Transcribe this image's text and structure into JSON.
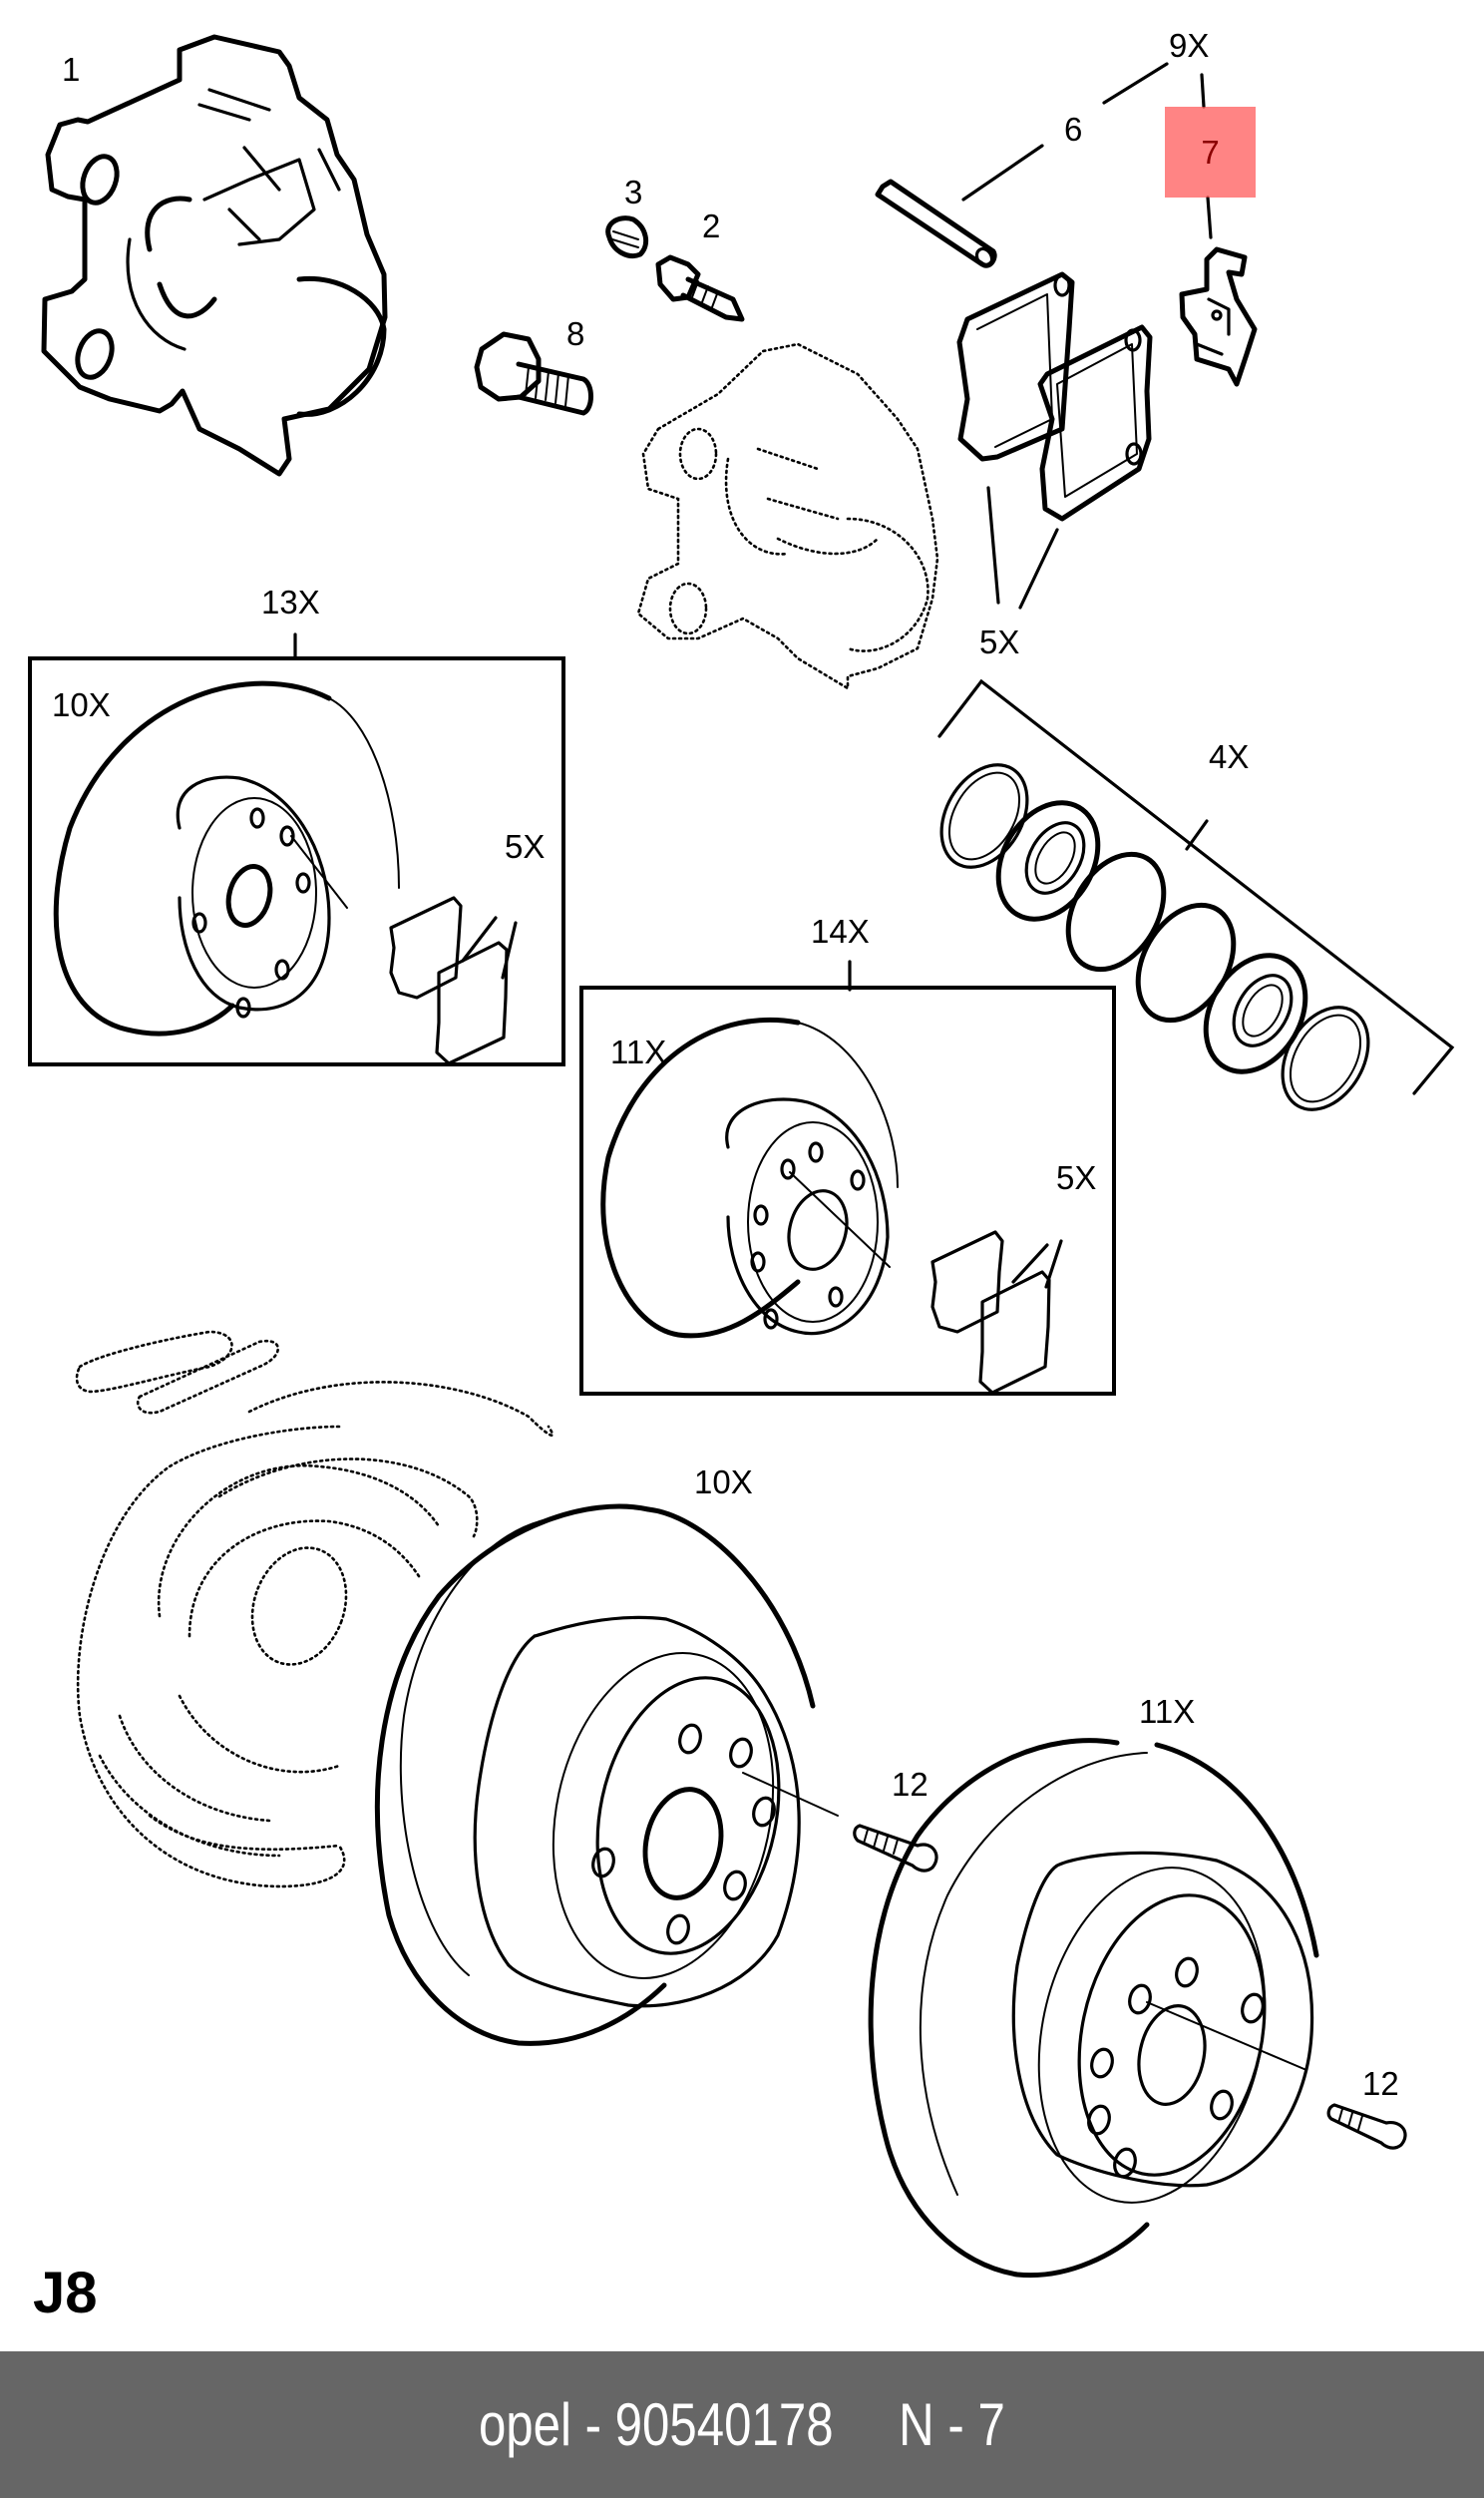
{
  "diagram": {
    "page_code": "J8",
    "callouts": {
      "caliper": "1",
      "bleed_screw": "2",
      "bleed_cap": "3",
      "seal_kit": "4X",
      "pads_top": "5X",
      "pads_kit13": "5X",
      "pads_kit14": "5X",
      "pin": "6",
      "spring_clip": "7",
      "bolt": "8",
      "clip_group": "9X",
      "disc_kit13": "10X",
      "disc_bottom_left": "10X",
      "disc_kit14": "11X",
      "disc_bottom_right": "11X",
      "screw_left": "12",
      "screw_right": "12",
      "kit_13": "13X",
      "kit_14": "14X"
    },
    "highlighted_part": "7",
    "highlight_color": "#ff8585"
  },
  "footer": {
    "part_ref": "opel - 90540178",
    "position_ref": "N - 7",
    "background": "#666666"
  }
}
